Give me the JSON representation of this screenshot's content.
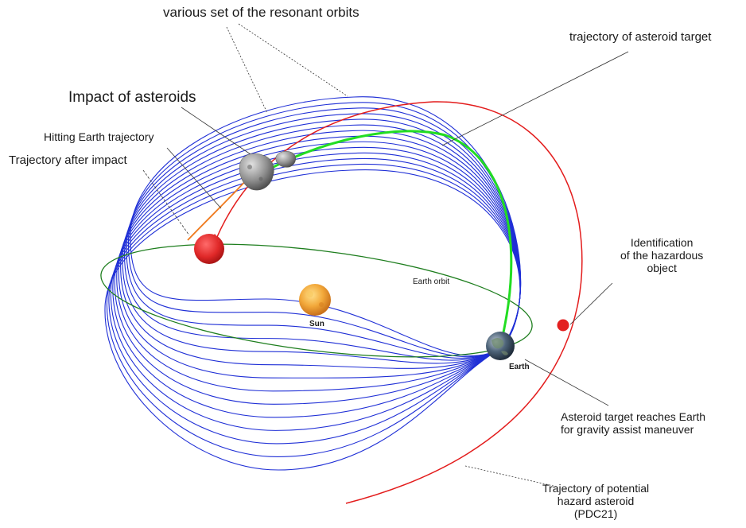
{
  "labels": {
    "resonant_orbits": "various set of the resonant orbits",
    "asteroid_target_trajectory": "trajectory of asteroid target",
    "impact_of_asteroids": "Impact of asteroids",
    "hitting_earth_trajectory": "Hitting Earth trajectory",
    "trajectory_after_impact": "Trajectory after impact",
    "identification": "Identification\nof the hazardous\nobject",
    "earth_orbit": "Earth orbit",
    "sun": "Sun",
    "earth": "Earth",
    "target_reaches_earth": "Asteroid target reaches Earth\nfor gravity assist maneuver",
    "hazard_asteroid_trajectory": "Trajectory of potential\nhazard asteroid\n(PDC21)"
  },
  "colors": {
    "resonant_orbits": "#1f2fd6",
    "hazard_asteroid_trajectory": "#e31c1c",
    "asteroid_target_trajectory": "#22dd22",
    "earth_orbit": "#1e7e1e",
    "trajectory_after_impact": "#ef7a1e",
    "sun": "#f0a030",
    "impacted_asteroid": "#e03030",
    "leader_lines": "#333333"
  },
  "icons": {
    "sun": "sun-icon",
    "earth": "earth-icon",
    "asteroid": "asteroid-icon"
  }
}
